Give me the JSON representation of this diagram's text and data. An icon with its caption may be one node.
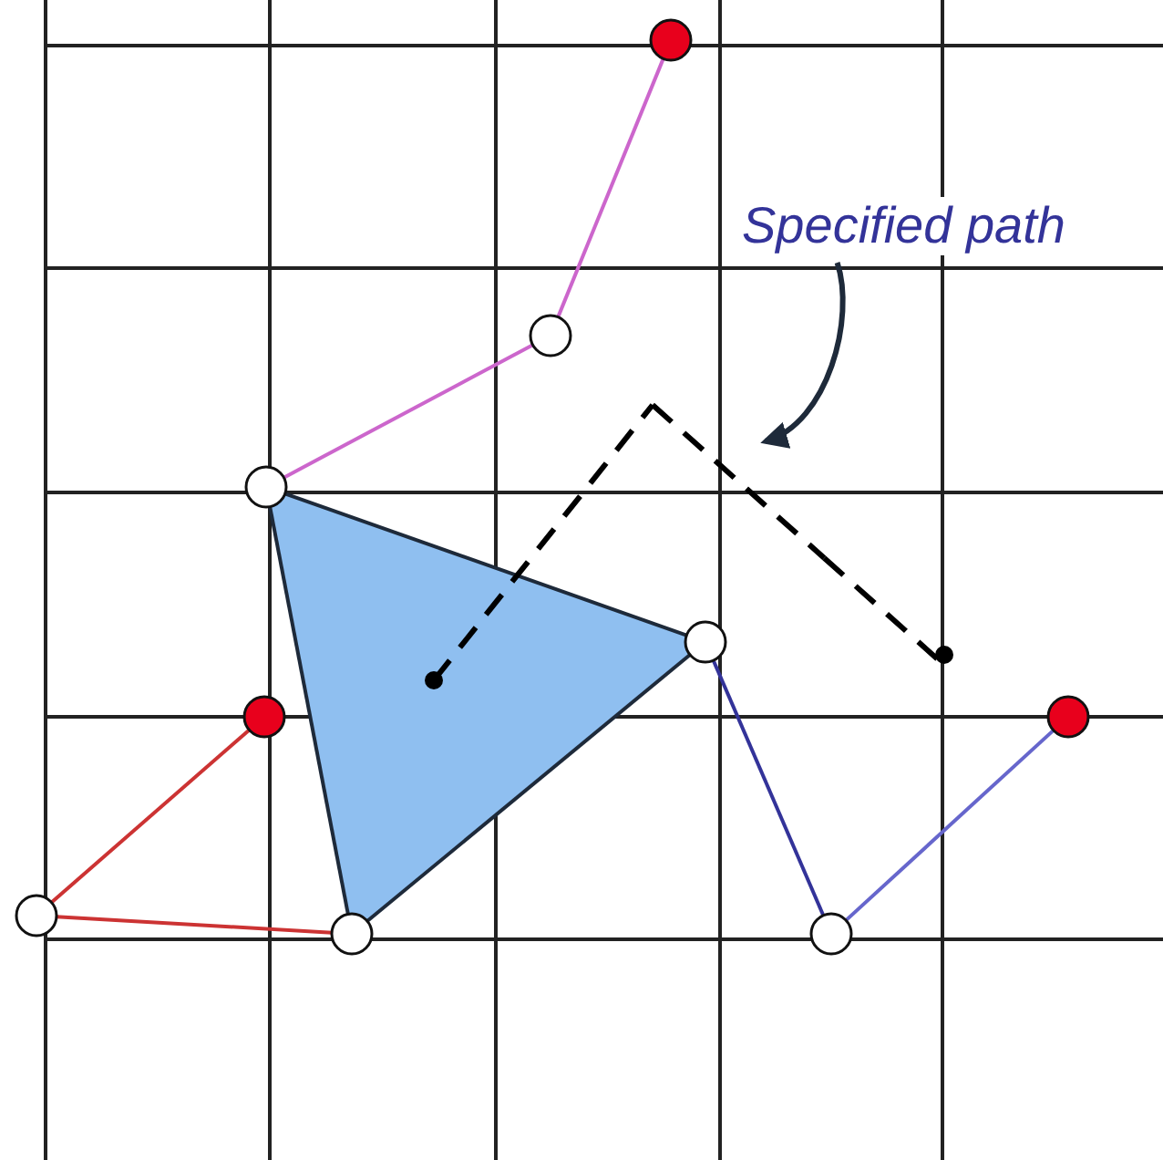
{
  "diagram": {
    "nodes": [
      {
        "text": [
          "Specified path"
        ]
      },
      {
        "text": [],
        "shape": "circle"
      },
      {
        "text": [],
        "shape": "circle"
      },
      {
        "text": [],
        "shape": "line"
      },
      {
        "text": [],
        "shape": "circle"
      },
      {
        "text": [],
        "shape": "circle"
      },
      {
        "text": [],
        "shape": "circle"
      },
      {
        "text": [],
        "shape": "circle"
      },
      {
        "text": [],
        "shape": "circle"
      },
      {
        "text": [],
        "shape": "circle"
      },
      {
        "text": [],
        "shape": "circle"
      }
    ],
    "edges": [
      {
        "from": 0,
        "to": 3,
        "arrow": "to"
      },
      {
        "from": 1,
        "to": 2,
        "arrow": "none",
        "color": "#cc66cc"
      },
      {
        "from": 2,
        "to": 4,
        "arrow": "none",
        "color": "#cc66cc"
      },
      {
        "from": 4,
        "to": 5,
        "arrow": "none"
      },
      {
        "from": 5,
        "to": 9,
        "arrow": "none"
      },
      {
        "from": 9,
        "to": 4,
        "arrow": "none"
      },
      {
        "from": 6,
        "to": 8,
        "arrow": "none",
        "color": "#cc3333"
      },
      {
        "from": 8,
        "to": 9,
        "arrow": "none",
        "color": "#cc3333"
      },
      {
        "from": 5,
        "to": 10,
        "arrow": "none",
        "color": "#333399"
      },
      {
        "from": 10,
        "to": 7,
        "arrow": "none",
        "color": "#6666cc"
      }
    ]
  }
}
